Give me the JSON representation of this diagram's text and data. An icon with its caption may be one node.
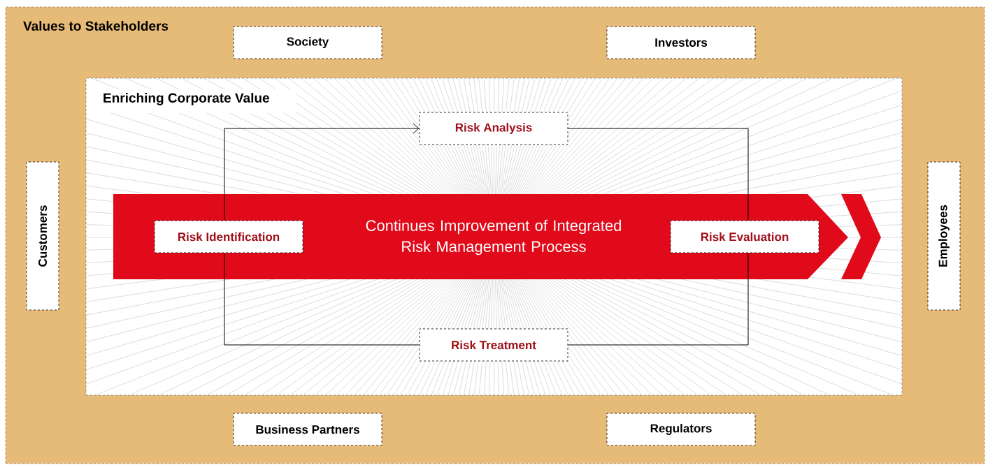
{
  "diagram": {
    "nodes": [
      {
        "text": [
          "Values to Stakeholders"
        ]
      },
      {
        "text": [
          "Society"
        ],
        "in": 0
      },
      {
        "text": [
          "Investors"
        ],
        "in": 0
      },
      {
        "text": [
          "Customers"
        ],
        "in": 0
      },
      {
        "text": [
          "Employees"
        ],
        "in": 0
      },
      {
        "text": [
          "Business Partners"
        ],
        "in": 0
      },
      {
        "text": [
          "Regulators"
        ],
        "in": 0
      },
      {
        "text": [
          "Enriching Corporate Value"
        ],
        "in": 0
      },
      {
        "text": [
          "Continues Improvement of Integrated Risk Management Process"
        ],
        "in": 7
      },
      {
        "text": [
          "Risk Identification"
        ],
        "in": 8
      },
      {
        "text": [
          "Risk Evaluation"
        ],
        "in": 8
      },
      {
        "text": [
          "Risk Analysis"
        ],
        "in": 7
      },
      {
        "text": [
          "Risk Treatment"
        ],
        "in": 7
      }
    ],
    "edges": [
      {
        "from": 9,
        "to": 11,
        "arrow": "to"
      },
      {
        "from": 11,
        "to": 10,
        "arrow": "none"
      },
      {
        "from": 10,
        "to": 12,
        "arrow": "none"
      },
      {
        "from": 12,
        "to": 9,
        "arrow": "none"
      }
    ]
  }
}
